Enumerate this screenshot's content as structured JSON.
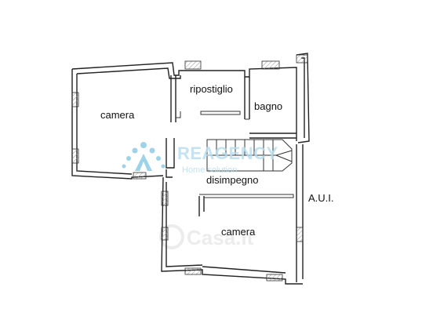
{
  "rooms": {
    "camera_left": "camera",
    "ripostiglio": "ripostiglio",
    "bagno": "bagno",
    "disimpegno": "disimpegno",
    "camera_bottom": "camera",
    "aui": "A.U.I."
  },
  "watermark": {
    "brand": "REAGENCY",
    "sub": "Home solution",
    "casa": "Casa.it",
    "color": "#8ecbe6"
  }
}
